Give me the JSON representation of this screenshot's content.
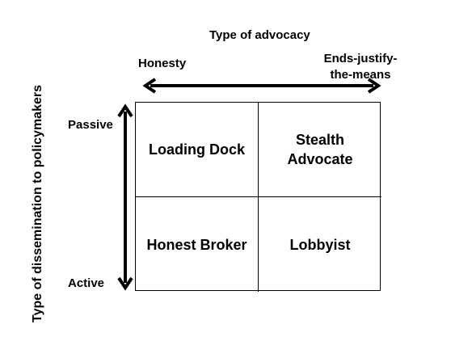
{
  "horizontal_axis": {
    "title": "Type of advocacy",
    "left_end": "Honesty",
    "right_end": "Ends-justify-\nthe-means"
  },
  "vertical_axis": {
    "title": "Type of dissemination to policymakers",
    "top_end": "Passive",
    "bottom_end": "Active"
  },
  "quadrants": [
    {
      "label": "Loading Dock"
    },
    {
      "label": "Stealth\nAdvocate"
    },
    {
      "label": "Honest Broker"
    },
    {
      "label": "Lobbyist"
    }
  ]
}
